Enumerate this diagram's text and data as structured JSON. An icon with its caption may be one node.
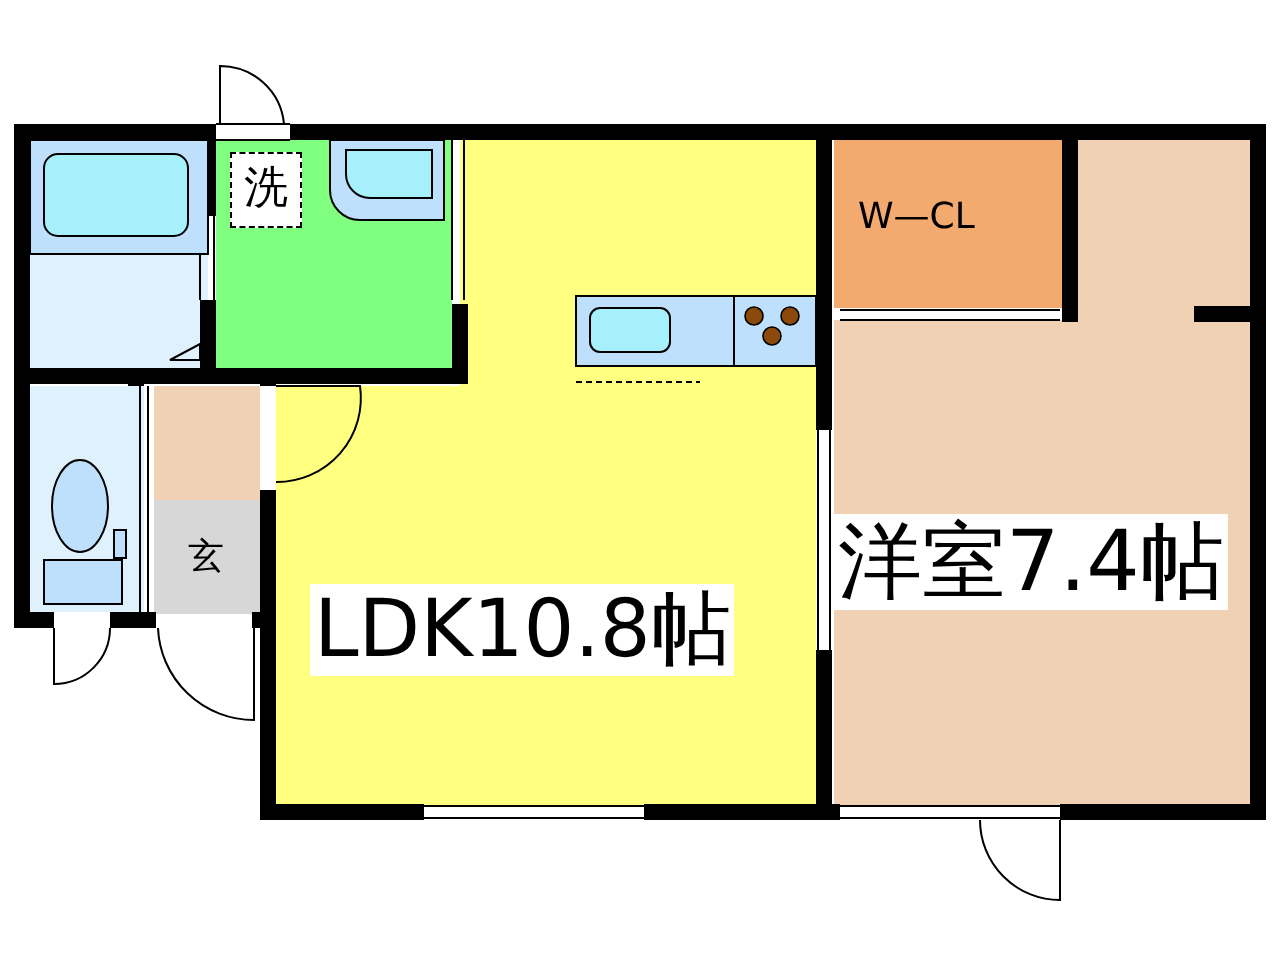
{
  "diagram": {
    "nodes": [
      {
        "text": [
          "洗"
        ]
      },
      {
        "text": [
          "W—CL"
        ]
      },
      {
        "text": [
          "玄"
        ]
      },
      {
        "text": [
          "LDK10.8帖"
        ]
      },
      {
        "text": [
          "洋室7.4帖"
        ]
      }
    ]
  }
}
